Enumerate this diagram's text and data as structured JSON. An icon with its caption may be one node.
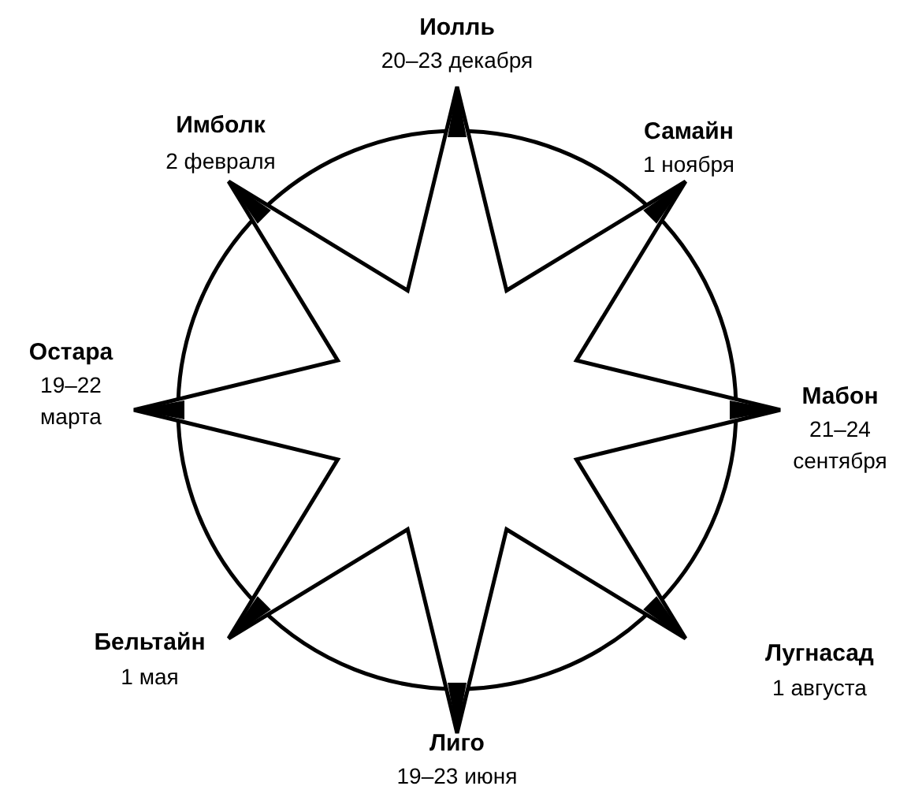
{
  "diagram": {
    "labels": [
      "Иолль",
      "20–23 декабря",
      "Имболк",
      "2 февраля",
      "Самайн",
      "1 ноября",
      "Остара",
      "19–22 марта",
      "Мабон",
      "21–24 сентября",
      "Бельтайн",
      "1 мая",
      "Лугнасад",
      "1 августа",
      "Лиго",
      "19–23 июня"
    ]
  }
}
